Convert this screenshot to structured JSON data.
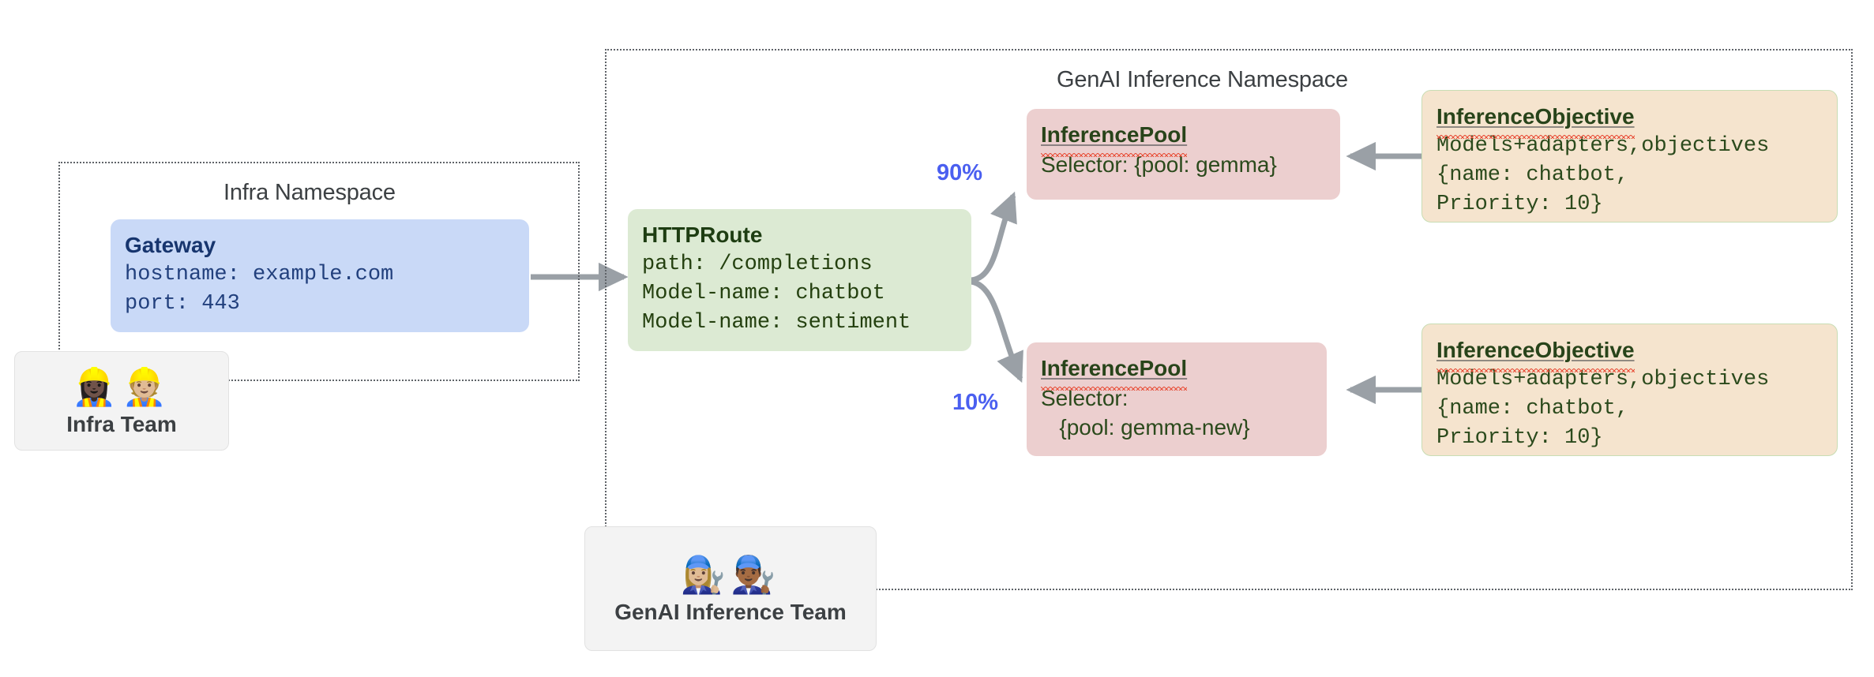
{
  "namespaces": [
    {
      "id": "infra",
      "title": "Infra Namespace"
    },
    {
      "id": "genai",
      "title": "GenAI Inference Namespace"
    }
  ],
  "gateway": {
    "title": "Gateway",
    "lines": [
      "hostname: example.com",
      "port: 443"
    ]
  },
  "httproute": {
    "title": "HTTPRoute",
    "lines": [
      "path: /completions",
      "Model-name: chatbot",
      "Model-name: sentiment"
    ]
  },
  "pools": [
    {
      "title": "InferencePool",
      "lines": [
        "Selector: {pool: gemma}"
      ],
      "weight": "90%"
    },
    {
      "title": "InferencePool",
      "lines": [
        "Selector:",
        "   {pool: gemma-new}"
      ],
      "weight": "10%"
    }
  ],
  "objectives": [
    {
      "title": "InferenceObjective",
      "lines": [
        "Models+adapters,objectives",
        "{name: chatbot,",
        "Priority: 10}"
      ]
    },
    {
      "title": "InferenceObjective",
      "lines": [
        "Models+adapters,objectives",
        "{name: chatbot,",
        "Priority: 10}"
      ]
    }
  ],
  "teams": [
    {
      "id": "infra-team",
      "label": "Infra Team",
      "emojis": "👷🏿‍♀️👷🏼"
    },
    {
      "id": "genai-team",
      "label": "GenAI Inference Team",
      "emojis": "👩🏼‍🔧👨🏾‍🔧"
    }
  ],
  "colors": {
    "gateway_fill": "#c9d9f7",
    "route_fill": "#dcead3",
    "pool_fill": "#eccfcf",
    "objective_fill": "#f5e4ce",
    "team_fill": "#f3f3f3",
    "connector": "#9aa0a6",
    "percent_text": "#4a5ff0",
    "namespace_border": "#5f6368",
    "spellcheck_underline": "#e8503a"
  }
}
